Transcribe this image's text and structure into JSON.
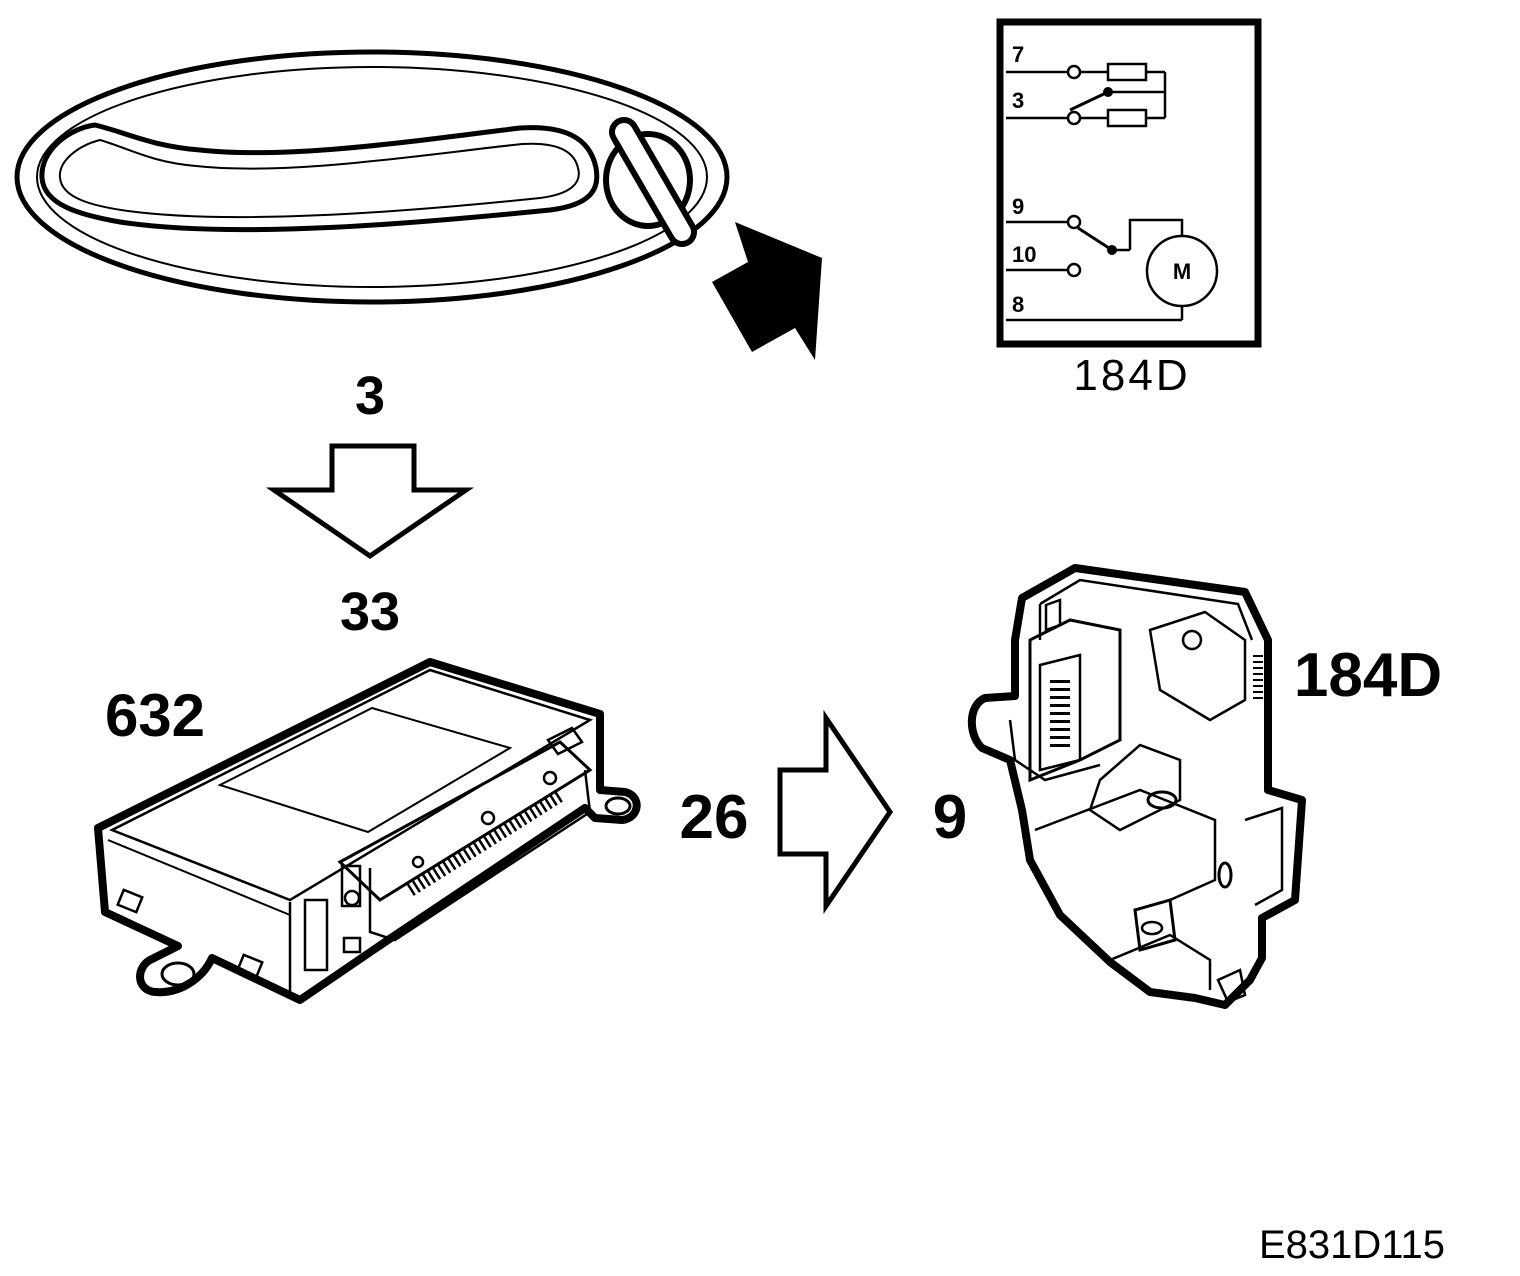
{
  "labels": {
    "handle_pin": "3",
    "module_pin": "33",
    "module_id": "632",
    "module_out_pin": "26",
    "lock_in_pin": "9",
    "lock_id": "184D",
    "schematic_id": "184D",
    "figure_code": "E831D115"
  },
  "schematic": {
    "pins": [
      "7",
      "3",
      "9",
      "10",
      "8"
    ],
    "motor_symbol": "M"
  }
}
